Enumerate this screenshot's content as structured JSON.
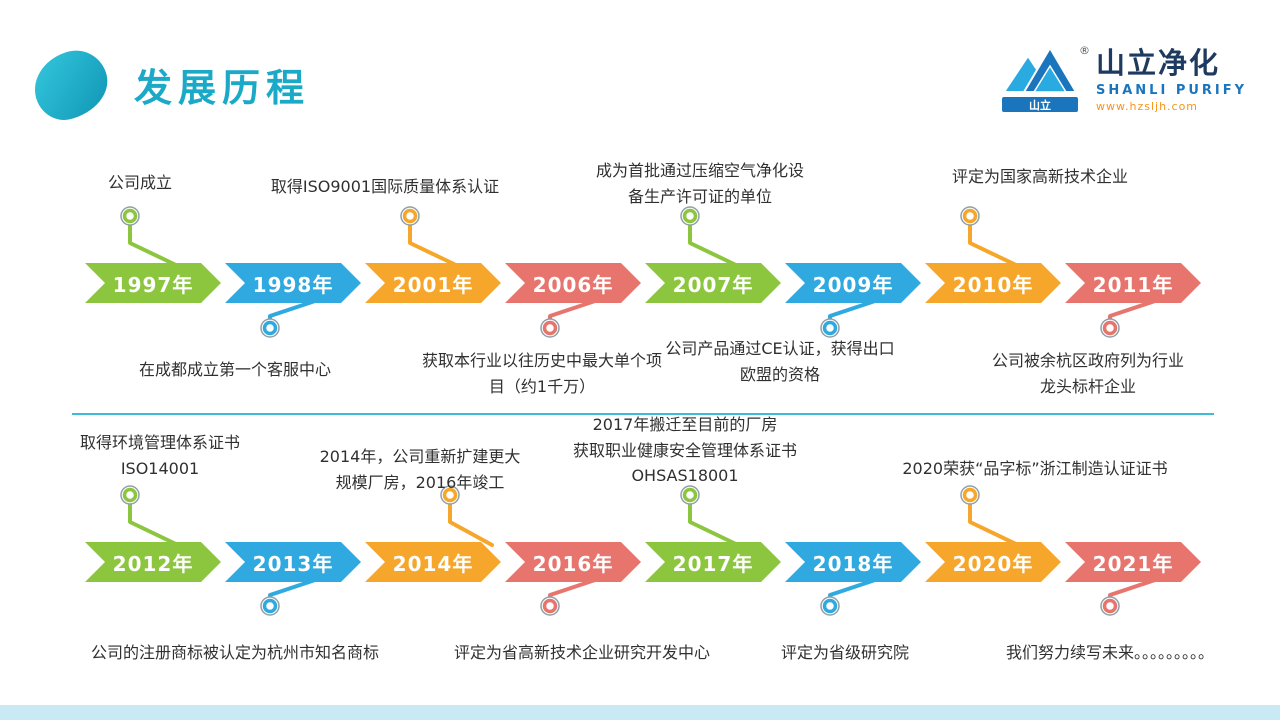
{
  "slide": {
    "title": "发展历程",
    "logo": {
      "icon": "mountain-icon",
      "icon_text": "山立",
      "registered_mark": "®",
      "company_name": "山立净化",
      "company_name_en": "SHANLI PURIFY",
      "website": "www.hzsljh.com"
    }
  },
  "palette": {
    "green": "#8CC63F",
    "blue": "#2FA9E0",
    "orange": "#F6A72B",
    "red": "#E8756D",
    "title": "#1BA9C8",
    "divider": "#3FBBD8",
    "footer_bar": "#C9EAF4",
    "logo_blue_dark": "#1B75BC",
    "logo_blue_light": "#29ABE2",
    "logo_orange": "#F7941D",
    "logo_navy": "#1E3A5F",
    "text": "#303030"
  },
  "timeline": {
    "rows": [
      {
        "items": [
          {
            "year": "1997年",
            "color": "green",
            "callout_position": "above",
            "callout": "公司成立"
          },
          {
            "year": "1998年",
            "color": "blue",
            "callout_position": "below",
            "callout": "在成都成立第一个客服中心"
          },
          {
            "year": "2001年",
            "color": "orange",
            "callout_position": "above",
            "callout": "取得ISO9001国际质量体系认证"
          },
          {
            "year": "2006年",
            "color": "red",
            "callout_position": "below",
            "callout": "获取本行业以往历史中最大单个项\n目（约1千万）"
          },
          {
            "year": "2007年",
            "color": "green",
            "callout_position": "above",
            "callout": "成为首批通过压缩空气净化设\n备生产许可证的单位"
          },
          {
            "year": "2009年",
            "color": "blue",
            "callout_position": "below",
            "callout": "公司产品通过CE认证，获得出口\n欧盟的资格"
          },
          {
            "year": "2010年",
            "color": "orange",
            "callout_position": "above",
            "callout": "评定为国家高新技术企业"
          },
          {
            "year": "2011年",
            "color": "red",
            "callout_position": "below",
            "callout": "公司被余杭区政府列为行业\n龙头标杆企业"
          }
        ]
      },
      {
        "items": [
          {
            "year": "2012年",
            "color": "green",
            "callout_position": "above",
            "callout": "取得环境管理体系证书\nISO14001"
          },
          {
            "year": "2013年",
            "color": "blue",
            "callout_position": "below",
            "callout": "公司的注册商标被认定为杭州市知名商标"
          },
          {
            "year": "2014年",
            "color": "orange",
            "callout_position": "above",
            "callout": "2014年，公司重新扩建更大\n规模厂房，2016年竣工"
          },
          {
            "year": "2016年",
            "color": "red",
            "callout_position": "below",
            "callout": "评定为省高新技术企业研究开发中心"
          },
          {
            "year": "2017年",
            "color": "green",
            "callout_position": "above",
            "callout": "2017年搬迁至目前的厂房\n获取职业健康安全管理体系证书\nOHSAS18001"
          },
          {
            "year": "2018年",
            "color": "blue",
            "callout_position": "below",
            "callout": "评定为省级研究院"
          },
          {
            "year": "2020年",
            "color": "orange",
            "callout_position": "above",
            "callout": "2020荣获“品字标”浙江制造认证证书"
          },
          {
            "year": "2021年",
            "color": "red",
            "callout_position": "below",
            "callout": "我们努力续写未来。。。。。。。。。"
          }
        ]
      }
    ]
  }
}
